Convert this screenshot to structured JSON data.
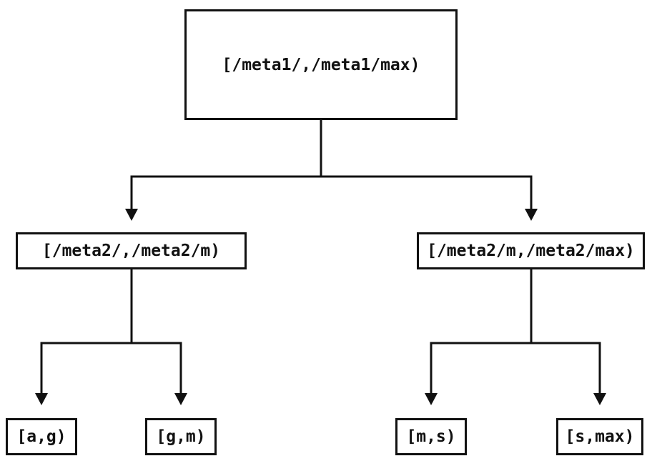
{
  "nodes": {
    "root": {
      "label": "[/meta1/,/meta1/max)"
    },
    "meta2_left": {
      "label": "[/meta2/,/meta2/m)"
    },
    "meta2_right": {
      "label": "[/meta2/m,/meta2/max)"
    },
    "leaf_ag": {
      "label": "[a,g)"
    },
    "leaf_gm": {
      "label": "[g,m)"
    },
    "leaf_ms": {
      "label": "[m,s)"
    },
    "leaf_smax": {
      "label": "[s,max)"
    }
  },
  "edges": [
    {
      "from": "root",
      "to": "meta2_left"
    },
    {
      "from": "root",
      "to": "meta2_right"
    },
    {
      "from": "meta2_left",
      "to": "leaf_ag"
    },
    {
      "from": "meta2_left",
      "to": "leaf_gm"
    },
    {
      "from": "meta2_right",
      "to": "leaf_ms"
    },
    {
      "from": "meta2_right",
      "to": "leaf_smax"
    }
  ],
  "colors": {
    "line": "#111111",
    "text": "#111111",
    "background": "#ffffff"
  }
}
